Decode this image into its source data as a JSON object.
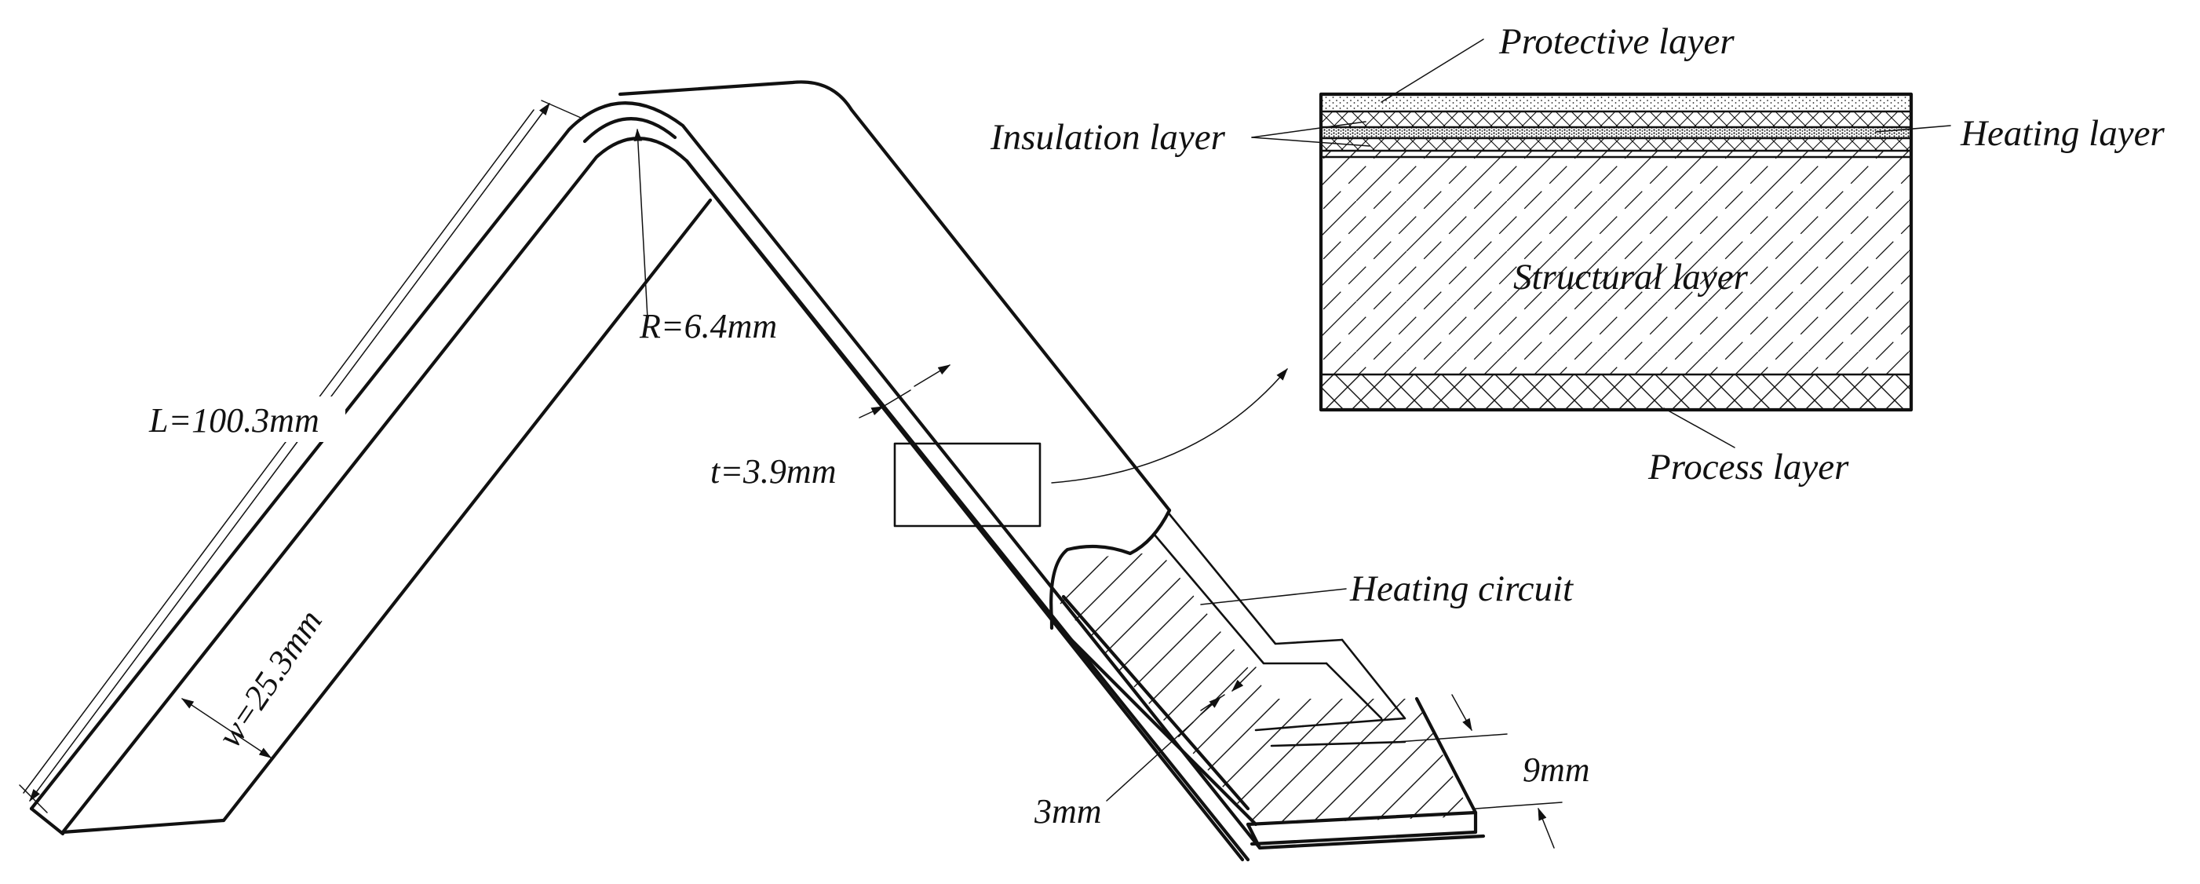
{
  "labels": {
    "protective_layer": "Protective layer",
    "insulation_layer": "Insulation layer",
    "heating_layer": "Heating layer",
    "structural_layer": "Structural layer",
    "process_layer": "Process layer",
    "heating_circuit": "Heating circuit"
  },
  "dimensions": {
    "length": "L=100.3mm",
    "width": "w=25.3mm",
    "radius": "R=6.4mm",
    "thickness": "t=3.9mm",
    "circuit_gap": "3mm",
    "circuit_width": "9mm"
  }
}
